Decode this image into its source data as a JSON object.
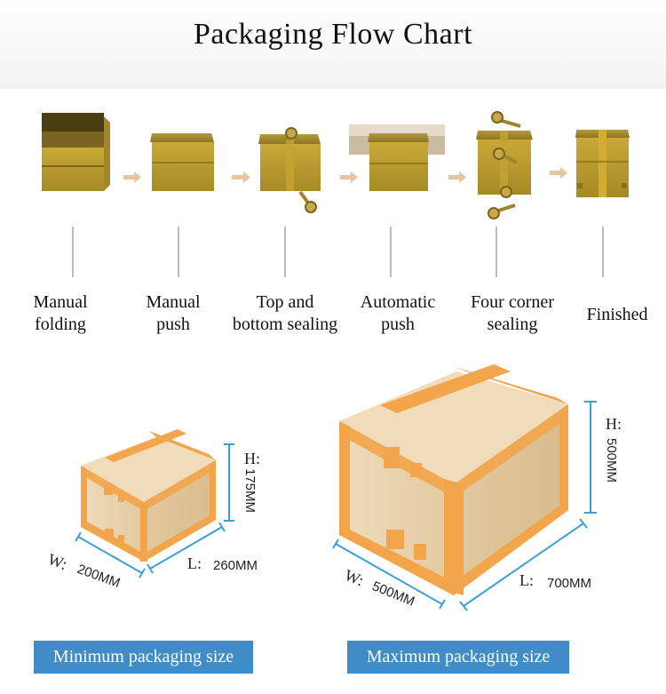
{
  "title": "Packaging Flow Chart",
  "steps": [
    {
      "label": "Manual\nfolding"
    },
    {
      "label": "Manual\npush"
    },
    {
      "label": "Top and\nbottom sealing"
    },
    {
      "label": "Automatic\npush"
    },
    {
      "label": "Four corner\nsealing"
    },
    {
      "label": "Finished"
    }
  ],
  "min_box": {
    "h_letter": "H:",
    "h_value": "175MM",
    "w_letter": "W:",
    "w_value": "200MM",
    "l_letter": "L:",
    "l_value": "260MM",
    "caption": "Minimum packaging size"
  },
  "max_box": {
    "h_letter": "H:",
    "h_value": "500MM",
    "w_letter": "W:",
    "w_value": "500MM",
    "l_letter": "L:",
    "l_value": "700MM",
    "caption": "Maximum packaging size"
  },
  "colors": {
    "box_gold": "#b89a2c",
    "box_dark": "#6a5519",
    "carton": "#e6cfa9",
    "tape_orange": "#f2a54a",
    "dimension_line": "#3aa0d8",
    "caption_bg": "#3f8cc6",
    "arrow": "#e9c49a"
  }
}
